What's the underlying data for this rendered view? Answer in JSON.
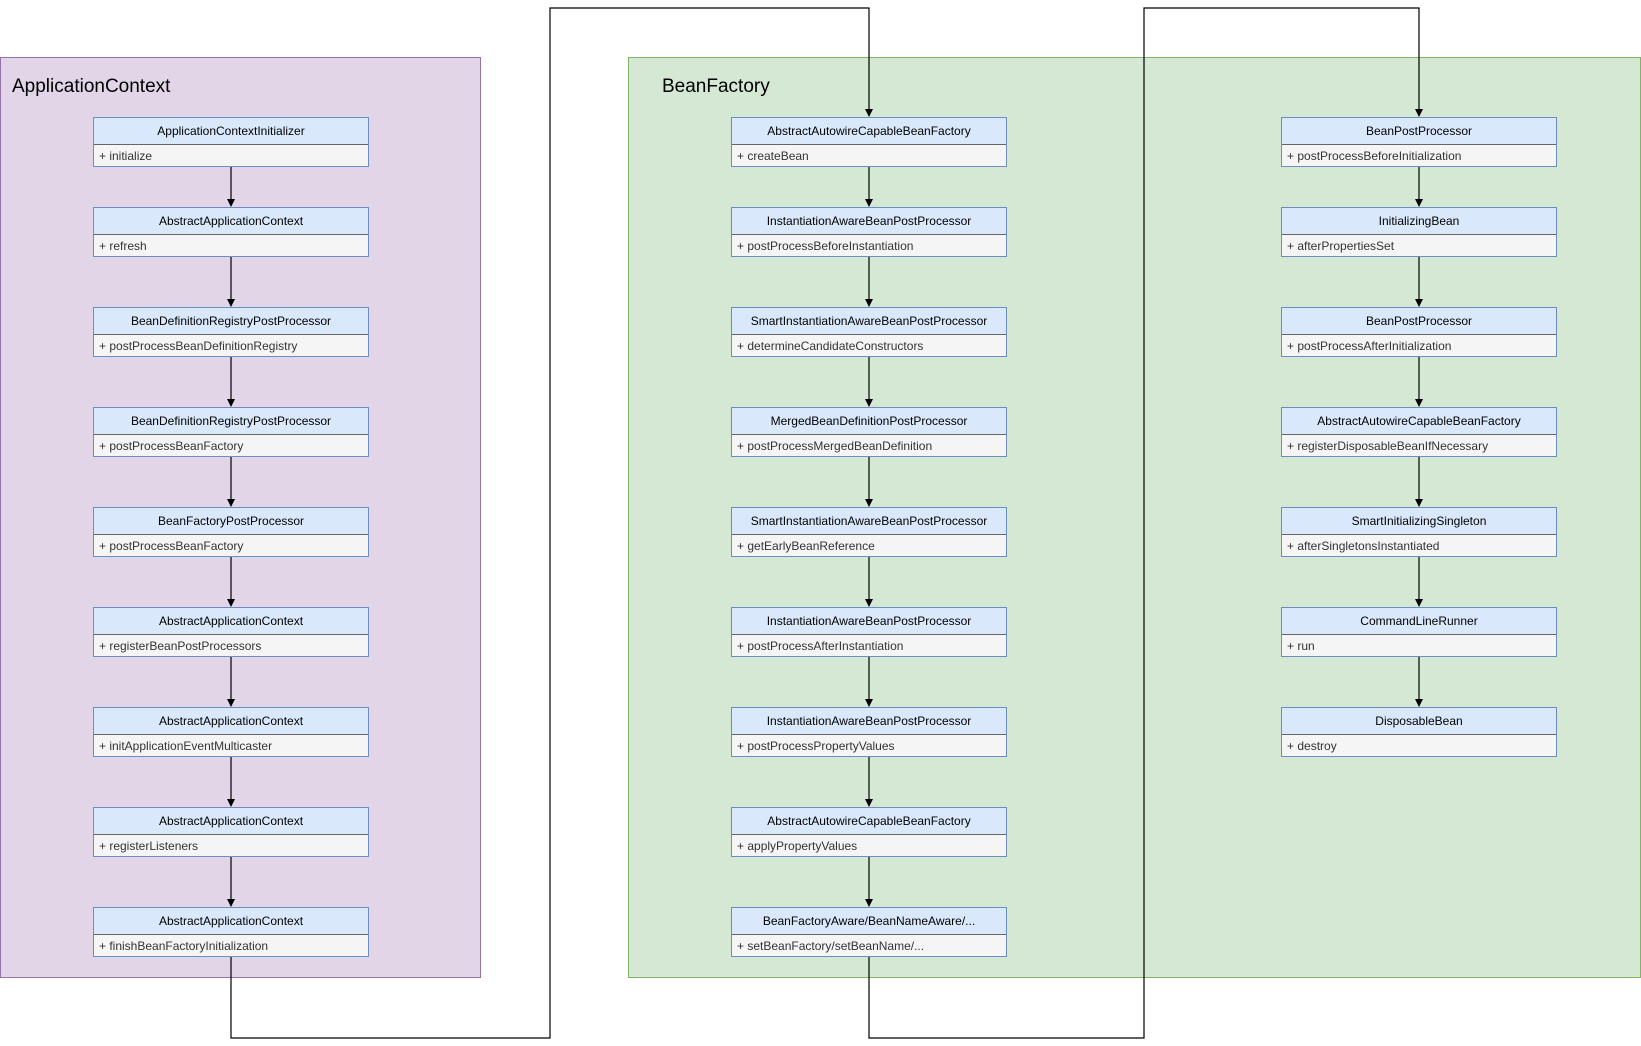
{
  "containers": [
    {
      "id": "application-context",
      "title": "ApplicationContext",
      "fill": "#e1d5e7",
      "stroke": "#9673a6"
    },
    {
      "id": "beanfactory",
      "title": "BeanFactory",
      "fill": "#d5e8d4",
      "stroke": "#82b366"
    }
  ],
  "columns": [
    {
      "name": "application-context-column",
      "boxes": [
        {
          "title": "ApplicationContextInitializer",
          "method": "+ initialize"
        },
        {
          "title": "AbstractApplicationContext",
          "method": "+ refresh"
        },
        {
          "title": "BeanDefinitionRegistryPostProcessor",
          "method": "+ postProcessBeanDefinitionRegistry"
        },
        {
          "title": "BeanDefinitionRegistryPostProcessor",
          "method": "+ postProcessBeanFactory"
        },
        {
          "title": "BeanFactoryPostProcessor",
          "method": "+ postProcessBeanFactory"
        },
        {
          "title": "AbstractApplicationContext",
          "method": "+ registerBeanPostProcessors"
        },
        {
          "title": "AbstractApplicationContext",
          "method": "+ initApplicationEventMulticaster"
        },
        {
          "title": "AbstractApplicationContext",
          "method": "+ registerListeners"
        },
        {
          "title": "AbstractApplicationContext",
          "method": "+ finishBeanFactoryInitialization"
        }
      ]
    },
    {
      "name": "bean-creation-column",
      "boxes": [
        {
          "title": "AbstractAutowireCapableBeanFactory",
          "method": "+ createBean"
        },
        {
          "title": "InstantiationAwareBeanPostProcessor",
          "method": "+ postProcessBeforeInstantiation"
        },
        {
          "title": "SmartInstantiationAwareBeanPostProcessor",
          "method": "+ determineCandidateConstructors"
        },
        {
          "title": "MergedBeanDefinitionPostProcessor",
          "method": "+ postProcessMergedBeanDefinition"
        },
        {
          "title": "SmartInstantiationAwareBeanPostProcessor",
          "method": "+ getEarlyBeanReference"
        },
        {
          "title": "InstantiationAwareBeanPostProcessor",
          "method": "+ postProcessAfterInstantiation"
        },
        {
          "title": "InstantiationAwareBeanPostProcessor",
          "method": "+ postProcessPropertyValues"
        },
        {
          "title": "AbstractAutowireCapableBeanFactory",
          "method": "+ applyPropertyValues"
        },
        {
          "title": "BeanFactoryAware/BeanNameAware/...",
          "method": "+ setBeanFactory/setBeanName/..."
        }
      ]
    },
    {
      "name": "bean-initialization-column",
      "boxes": [
        {
          "title": "BeanPostProcessor",
          "method": "+ postProcessBeforeInitialization"
        },
        {
          "title": "InitializingBean",
          "method": "+ afterPropertiesSet"
        },
        {
          "title": "BeanPostProcessor",
          "method": "+ postProcessAfterInitialization"
        },
        {
          "title": "AbstractAutowireCapableBeanFactory",
          "method": "+ registerDisposableBeanIfNecessary"
        },
        {
          "title": "SmartInitializingSingleton",
          "method": "+ afterSingletonsInstantiated"
        },
        {
          "title": "CommandLineRunner",
          "method": "+ run"
        },
        {
          "title": "DisposableBean",
          "method": "+ destroy"
        }
      ]
    }
  ],
  "colors": {
    "box_header_fill": "#dae8fc",
    "box_border": "#6c8ebf",
    "box_body_fill": "#f5f5f5",
    "connector": "#000000"
  }
}
